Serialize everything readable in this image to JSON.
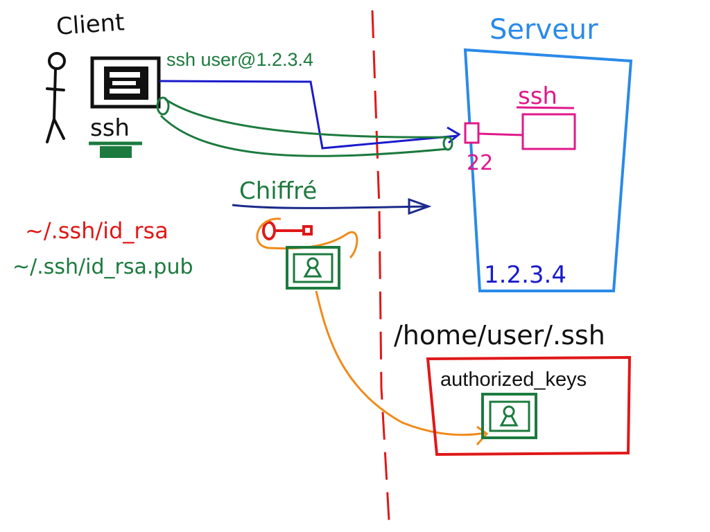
{
  "labels": {
    "client": "Client",
    "server": "Serveur",
    "client_ssh": "ssh",
    "command": "ssh user@1.2.3.4",
    "encrypted": "Chiffré",
    "server_ssh": "ssh",
    "port": "22",
    "server_ip": "1.2.3.4",
    "private_key": "~/.ssh/id_rsa",
    "public_key": "~/.ssh/id_rsa.pub",
    "ssh_dir": "/home/user/.ssh",
    "auth_keys": "authorized_keys"
  },
  "colors": {
    "black": "#111111",
    "green": "#1c7a3e",
    "blue": "#1a1acc",
    "navy": "#1c2a8a",
    "light_blue": "#2a8ae8",
    "magenta": "#e0188a",
    "red": "#e01818",
    "orange": "#f08a1a"
  }
}
